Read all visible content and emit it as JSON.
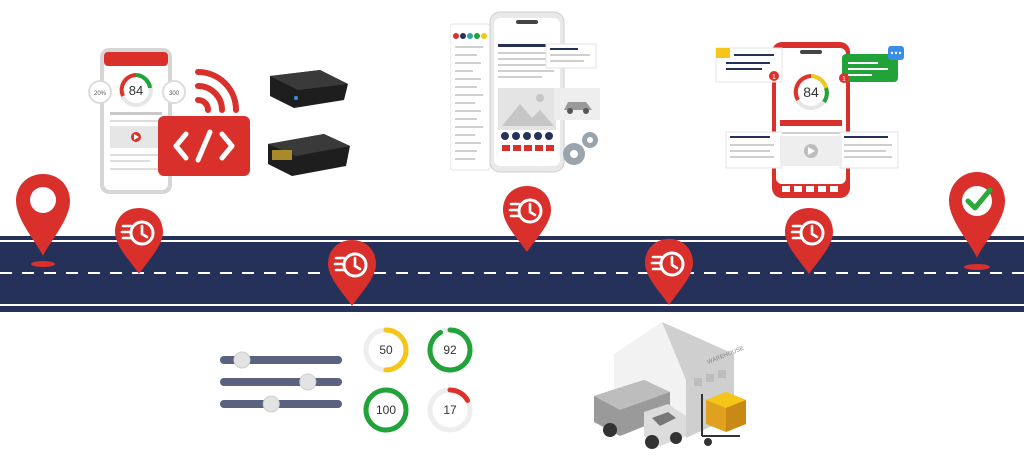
{
  "colors": {
    "road": "#263159",
    "road_edge": "#ffffff",
    "pin_red": "#d9302c",
    "pin_dark": "#b3201c",
    "gauge_yellow": "#f5c518",
    "gauge_green": "#22a33a",
    "gauge_red": "#e0302a",
    "check_green": "#2fa83a"
  },
  "icons": {
    "start_pin": "location-pin-icon",
    "end_pin": "location-pin-check-icon",
    "milestone": "fast-history-icon",
    "code": "code-icon",
    "wifi": "wifi-signal-icon",
    "gear": "gear-icon",
    "chat": "chat-bubble-icon",
    "play": "play-icon"
  },
  "phone1": {
    "score": "84",
    "side_left": "20%",
    "side_right": "300"
  },
  "phone3": {
    "score": "84",
    "badge_left": "1",
    "badge_right": "1"
  },
  "gauges": [
    {
      "value": "50",
      "fraction": 0.5,
      "color": "#f5c518"
    },
    {
      "value": "92",
      "fraction": 0.92,
      "color": "#22a33a"
    },
    {
      "value": "100",
      "fraction": 1.0,
      "color": "#22a33a"
    },
    {
      "value": "17",
      "fraction": 0.17,
      "color": "#e0302a"
    }
  ],
  "sliders": [
    0.18,
    0.72,
    0.42
  ],
  "warehouse": {
    "sign": "WAREHOUSE"
  }
}
